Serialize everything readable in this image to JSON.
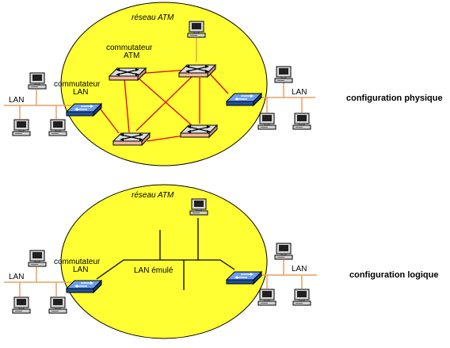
{
  "colors": {
    "cloud_fill": "#ffff33",
    "cloud_stroke": "#000000",
    "lan_line": "#e8a060",
    "atm_link": "#e00000",
    "emulated_lan": "#000000",
    "atm_switch_fill": "#f0b8a0",
    "lan_switch_fill": "#3c78dc"
  },
  "physical": {
    "network_label": "réseau ATM",
    "atm_switch_label": [
      "commutateur",
      "ATM"
    ],
    "lan_switch_label": [
      "commutateur",
      "LAN"
    ],
    "lan_left_label": "LAN",
    "lan_right_label": "LAN",
    "config_label": "configuration physique"
  },
  "logical": {
    "network_label": "réseau ATM",
    "lan_switch_label": [
      "commutateur",
      "LAN"
    ],
    "emulated_lan_label": "LAN émulé",
    "lan_left_label": "LAN",
    "lan_right_label": "LAN",
    "config_label": "configuration logique"
  },
  "icons": [
    "computer-icon",
    "atm-switch-icon",
    "lan-switch-icon"
  ]
}
